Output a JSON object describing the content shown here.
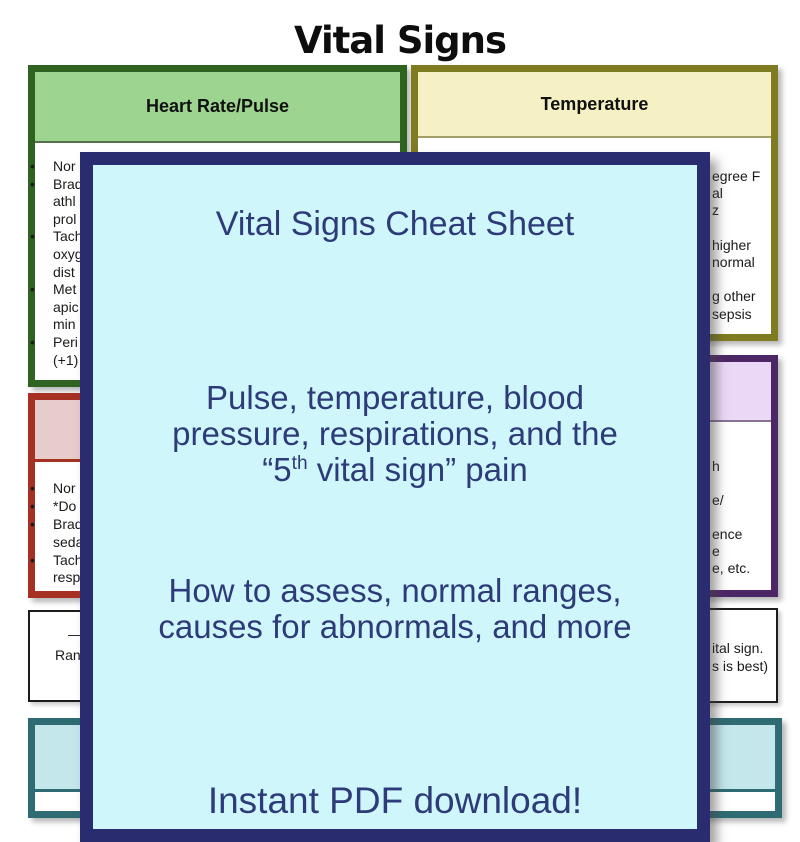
{
  "colors": {
    "card_background": "#CFF7FB",
    "card_border": "#292C6F",
    "card_text": "#2E3B79",
    "heart_rate_border": "#2E6420",
    "heart_rate_fill": "#9DD48F",
    "temperature_border": "#7E7B21",
    "temperature_fill": "#F5F1C5",
    "red_box_border": "#A63122",
    "red_box_fill": "#E6CCCA",
    "purple_box_border": "#4C2765",
    "purple_box_fill": "#EBD8F7",
    "teal_box_border": "#2F6B72",
    "teal_box_fill": "#C3E7EB",
    "black_box_border": "#1C1C1C",
    "body_text": "#1A1A1A"
  },
  "page_title": "Vital Signs",
  "card": {
    "title": "Vital Signs Cheat Sheet",
    "para1_line1": "Pulse, temperature, blood",
    "para1_line2": "pressure, respirations, and the",
    "para1_line3": {
      "pre": "“5",
      "sup": "th",
      "post": " vital sign” pain"
    },
    "para2_line1": "How to assess, normal ranges,",
    "para2_line2": "causes for abnormals, and more",
    "footer": "Instant PDF download!"
  },
  "boxes": {
    "heart_rate": {
      "title": "Heart Rate/Pulse",
      "notes": [
        {
          "t": "Nor",
          "b": 1
        },
        {
          "t": "Brad",
          "b": 1
        },
        {
          "t": "athl"
        },
        {
          "t": "prol"
        },
        {
          "t": "Tach",
          "b": 1
        },
        {
          "t": "oxyg"
        },
        {
          "t": "dist"
        },
        {
          "t": "Met",
          "b": 1
        },
        {
          "t": "apic"
        },
        {
          "t": "min"
        },
        {
          "t": "Peri",
          "b": 1
        },
        {
          "t": "(+1)"
        }
      ]
    },
    "temperature": {
      "title": "Temperature",
      "notes": [
        "egree F",
        "al",
        "z",
        "",
        "higher",
        "normal",
        "",
        "g other",
        "sepsis"
      ]
    },
    "red_box": {
      "notes": [
        {
          "t": "Nor",
          "b": 1
        },
        {
          "t": "*Do",
          "b": 1
        },
        {
          "t": "Brad",
          "b": 1
        },
        {
          "t": "seda"
        },
        {
          "t": "Tach",
          "b": 1
        },
        {
          "t": "resp"
        }
      ]
    },
    "purple_box": {
      "notes": [
        "h",
        "",
        "e/",
        "",
        "ence",
        "e",
        "e, etc."
      ]
    },
    "black_left_box": {
      "notes": [
        {
          "t": "—",
          "i": 38
        },
        {
          "t": "Ran",
          "i": 25
        }
      ]
    },
    "black_right_box": {
      "notes": [
        "ital sign.",
        "s is best)"
      ]
    }
  }
}
